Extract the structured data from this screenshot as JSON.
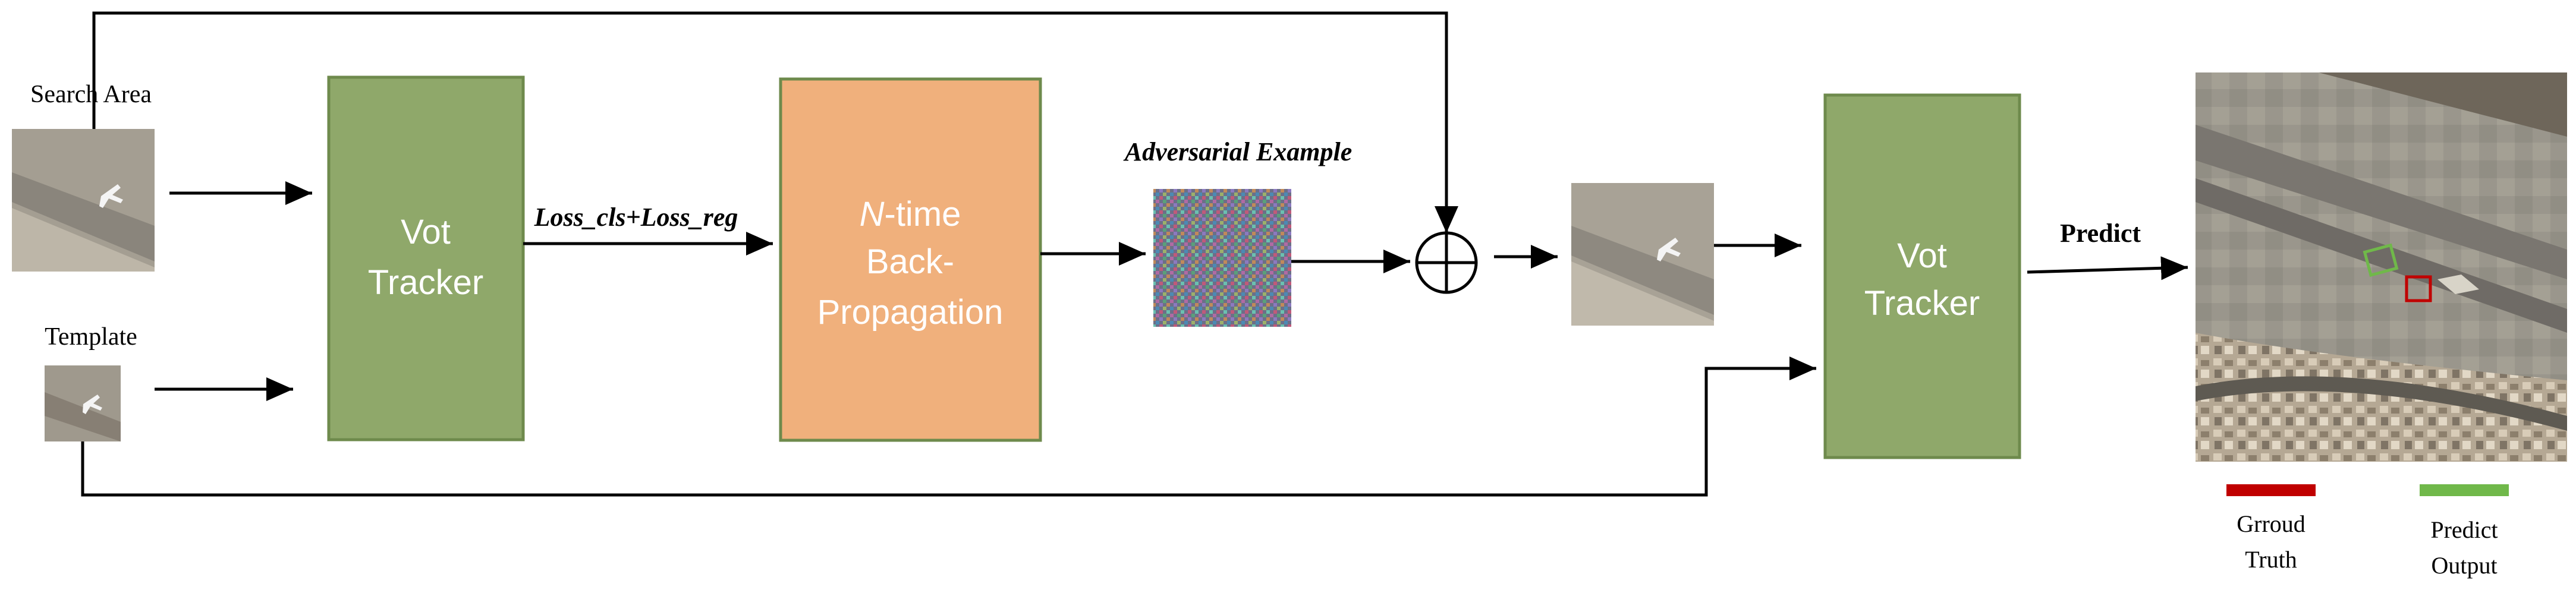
{
  "inputs": {
    "search_area_label": "Search Area",
    "template_label": "Template"
  },
  "blocks": {
    "tracker_1": {
      "line1": "Vot",
      "line2": "Tracker"
    },
    "backprop": {
      "prefix_italic": "N",
      "line1_rest": "-time",
      "line2": "Back-",
      "line3": "Propagation"
    },
    "tracker_2": {
      "line1": "Vot",
      "line2": "Tracker"
    }
  },
  "edges": {
    "loss_label": "Loss_cls+Loss_reg",
    "adversarial_label": "Adversarial Example",
    "predict_label": "Predict"
  },
  "legend": {
    "ground_truth": {
      "line1": "Grroud",
      "line2": "Truth",
      "color": "#c00000"
    },
    "predict_output": {
      "line1": "Predict",
      "line2": "Output",
      "color": "#70b84a"
    }
  },
  "colors": {
    "tracker_fill": "#8fa86a",
    "tracker_stroke": "#6e8a4c",
    "backprop_fill": "#f0b07c",
    "backprop_stroke": "#6e8a4c"
  }
}
